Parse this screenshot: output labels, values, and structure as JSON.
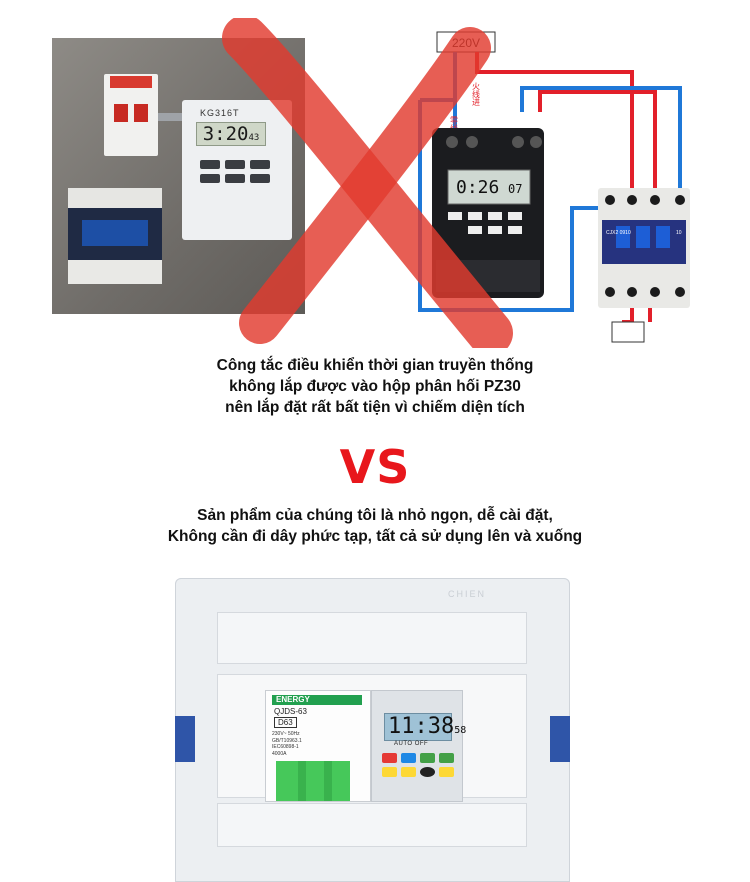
{
  "images": {
    "old_timer_photo": {
      "timer_brand": "KG316T",
      "timer_display": "3:20",
      "timer_display_seconds": "43"
    },
    "wiring_diagram": {
      "supply_label": "220V",
      "wire_label_left": "零线进",
      "wire_label_right": "火线进",
      "timer_display": "0:26",
      "timer_display_seconds": "07",
      "contactor_model": "CJX2 0910",
      "contactor_rating": "10"
    },
    "new_product": {
      "breaker_brand": "ENERGY",
      "breaker_model": "QJDS-63",
      "breaker_rating": "D63",
      "breaker_specs": "230V~ 50Hz\nGB/T10963.1\nIEC60898-1\n4000A",
      "timer_display": "11:38",
      "timer_display_seconds": "58",
      "timer_mode": "AUTO OFF",
      "box_brand": "CHIEN"
    }
  },
  "captions": {
    "top": [
      "Công tắc điều khiển thời gian truyền thống",
      "không lắp được vào hộp phân hối PZ30",
      "nên lắp đặt rất bất tiện vì chiếm diện tích"
    ],
    "vs": "VS",
    "bottom": [
      "Sản phẩm của chúng tôi là nhỏ ngọn, dễ cài đặt,",
      "Không cần đi dây phức tạp, tất cả sử dụng lên và xuống"
    ]
  },
  "colors": {
    "vs_red": "#e8171c",
    "cross_red": "#e23a2e",
    "wire_red": "#e2202a",
    "wire_blue": "#1f78d8",
    "latch_blue": "#2f55a8",
    "breaker_green": "#46c85a"
  }
}
